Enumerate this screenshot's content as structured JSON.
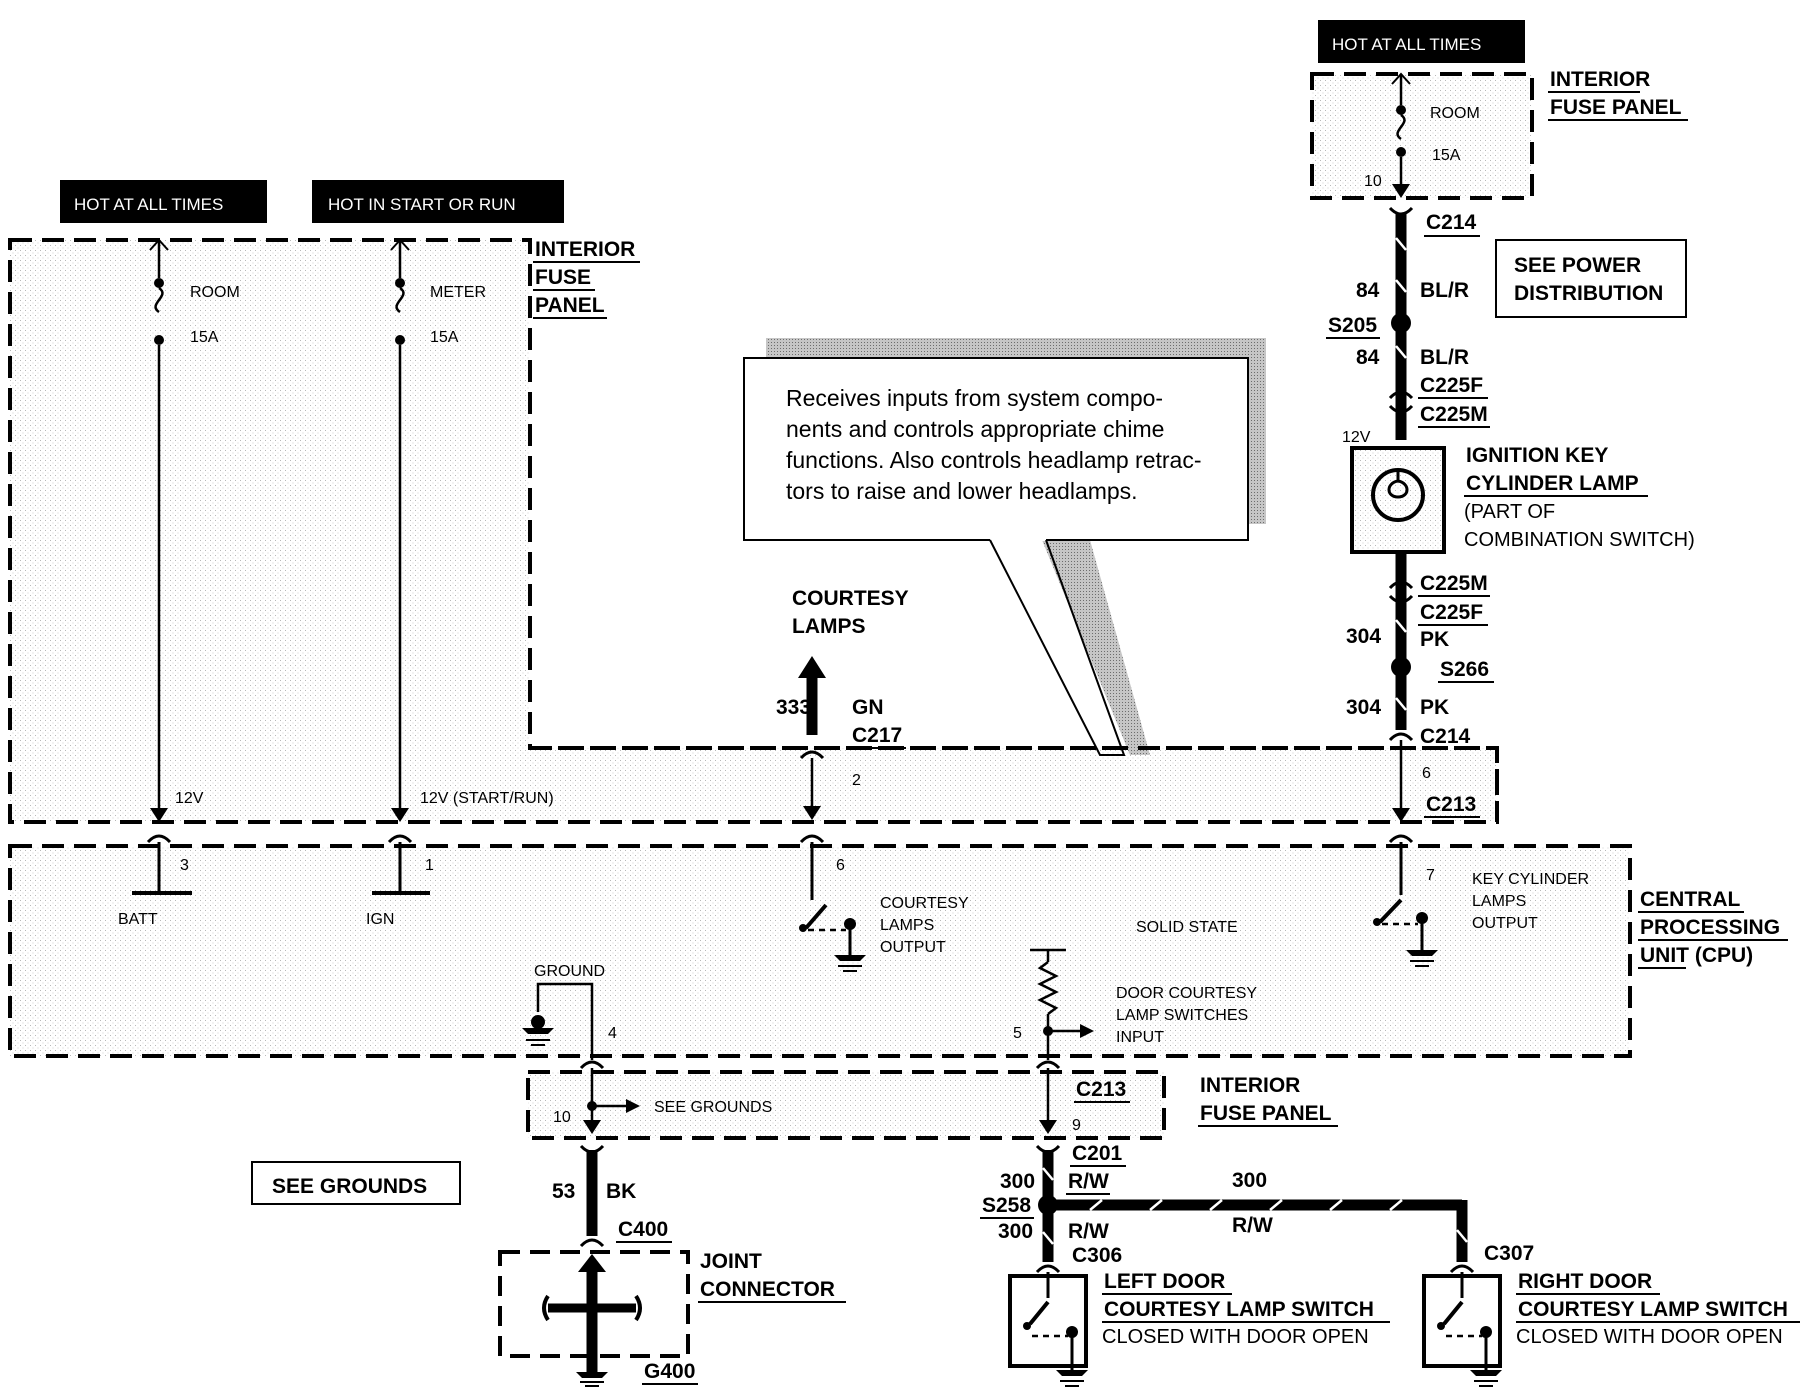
{
  "callout": {
    "lines": [
      "Receives inputs from system compo-",
      "nents and controls appropriate chime",
      "functions. Also controls headlamp retrac-",
      "tors to raise and lower headlamps."
    ]
  },
  "left_fuse_panel": {
    "banner_batt": "HOT AT ALL TIMES",
    "banner_ign": "HOT IN START OR RUN",
    "title_lines": [
      "INTERIOR",
      "FUSE",
      "PANEL"
    ],
    "fuse_room_name": "ROOM",
    "fuse_room_rating": "15A",
    "fuse_meter_name": "METER",
    "fuse_meter_rating": "15A",
    "volt_batt": "12V",
    "volt_ign": "12V (START/RUN)"
  },
  "right_fuse_panel": {
    "banner": "HOT AT ALL TIMES",
    "title_lines": [
      "INTERIOR",
      "FUSE PANEL"
    ],
    "fuse_name": "ROOM",
    "fuse_rating": "15A",
    "pin": "10"
  },
  "right_column": {
    "c214_top": "C214",
    "see_power_lines": [
      "SEE POWER",
      "DISTRIBUTION"
    ],
    "circuit_84": "84",
    "wire_blr": "BL/R",
    "s205": "S205",
    "circuit_84b": "84",
    "wire_blr_b": "BL/R",
    "c225f": "C225F",
    "c225m": "C225M",
    "volt": "12V",
    "ign_key_lines": [
      "IGNITION KEY",
      "CYLINDER LAMP",
      "(PART OF",
      "COMBINATION SWITCH)"
    ],
    "c225m_b": "C225M",
    "c225f_b": "C225F",
    "circuit_304": "304",
    "wire_pk": "PK",
    "s266": "S266",
    "circuit_304b": "304",
    "wire_pk_b": "PK",
    "c214_b": "C214",
    "pin_6": "6",
    "c213": "C213"
  },
  "courtesy_output": {
    "label_lines": [
      "COURTESY",
      "LAMPS"
    ],
    "circuit": "333",
    "wire": "GN",
    "connector": "C217",
    "pin": "2"
  },
  "cpu": {
    "title_lines": [
      "CENTRAL",
      "PROCESSING",
      "UNIT (CPU)"
    ],
    "batt_pin": "3",
    "batt_label": "BATT",
    "ign_pin": "1",
    "ign_label": "IGN",
    "courtesy_pin": "6",
    "courtesy_lines": [
      "COURTESY",
      "LAMPS",
      "OUTPUT"
    ],
    "solid_state": "SOLID STATE",
    "key_pin": "7",
    "key_lines": [
      "KEY CYLINDER",
      "LAMPS",
      "OUTPUT"
    ],
    "ground_label": "GROUND",
    "ground_pin": "4",
    "door_pin": "5",
    "door_lines": [
      "DOOR COURTESY",
      "LAMP SWITCHES",
      "INPUT"
    ]
  },
  "bottom_fuse_panel": {
    "pin_10": "10",
    "see_grounds_arrow": "SEE GROUNDS",
    "c213": "C213",
    "pin_9": "9",
    "title_lines": [
      "INTERIOR",
      "FUSE PANEL"
    ]
  },
  "ground_branch": {
    "see_grounds_box": "SEE GROUNDS",
    "circuit": "53",
    "wire": "BK",
    "connector": "C400",
    "joint_lines": [
      "JOINT",
      "CONNECTOR"
    ],
    "g400": "G400"
  },
  "door_branch": {
    "c201": "C201",
    "circuit_300a": "300",
    "wire_rw_a": "R/W",
    "s258": "S258",
    "circuit_300b": "300",
    "wire_rw_b": "R/W",
    "c306": "C306",
    "circuit_300c": "300",
    "wire_rw_c": "R/W",
    "c307": "C307",
    "left_lines": [
      "LEFT DOOR",
      "COURTESY LAMP SWITCH",
      "CLOSED WITH DOOR OPEN"
    ],
    "right_lines": [
      "RIGHT DOOR",
      "COURTESY LAMP SWITCH",
      "CLOSED WITH DOOR OPEN"
    ]
  }
}
